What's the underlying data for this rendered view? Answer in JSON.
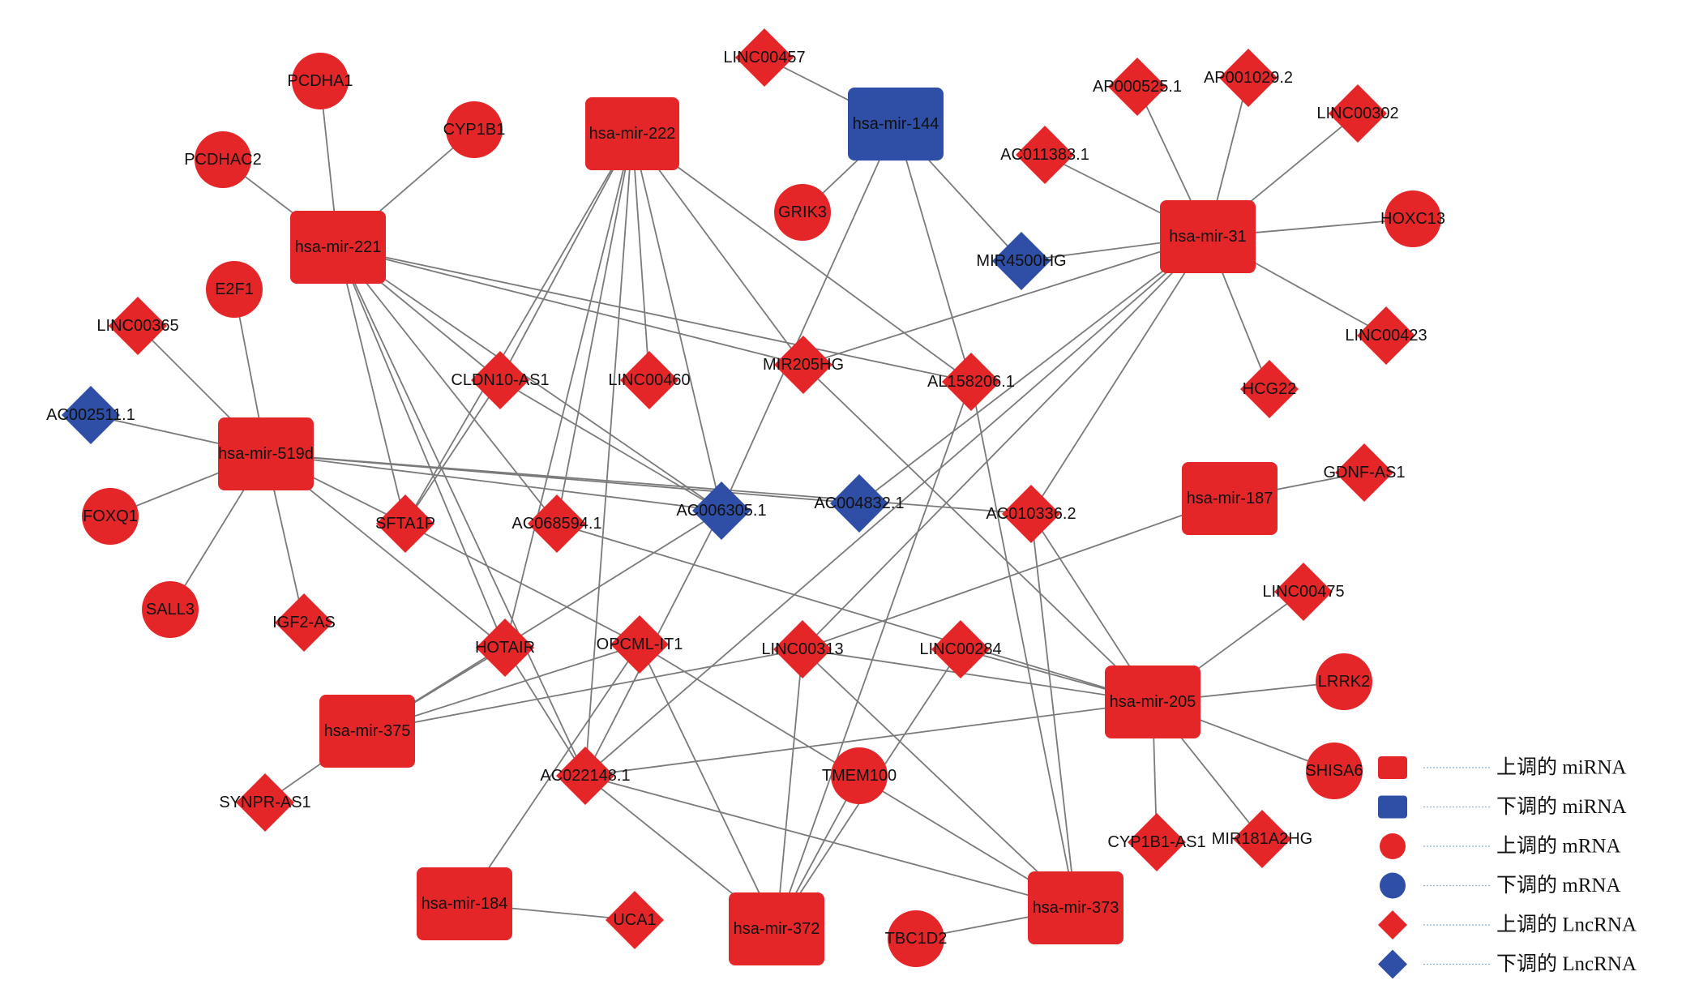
{
  "colors": {
    "up": "#e52629",
    "down": "#2f4ea6"
  },
  "nodes": [
    {
      "id": "hsa-mir-222",
      "shape": "rect",
      "reg": "up"
    },
    {
      "id": "hsa-mir-144",
      "shape": "rect",
      "reg": "down"
    },
    {
      "id": "hsa-mir-221",
      "shape": "rect",
      "reg": "up"
    },
    {
      "id": "hsa-mir-31",
      "shape": "rect",
      "reg": "up"
    },
    {
      "id": "hsa-mir-519d",
      "shape": "rect",
      "reg": "up"
    },
    {
      "id": "hsa-mir-187",
      "shape": "rect",
      "reg": "up"
    },
    {
      "id": "hsa-mir-205",
      "shape": "rect",
      "reg": "up"
    },
    {
      "id": "hsa-mir-375",
      "shape": "rect",
      "reg": "up"
    },
    {
      "id": "hsa-mir-184",
      "shape": "rect",
      "reg": "up"
    },
    {
      "id": "hsa-mir-372",
      "shape": "rect",
      "reg": "up"
    },
    {
      "id": "hsa-mir-373",
      "shape": "rect",
      "reg": "up"
    },
    {
      "id": "PCDHA1",
      "shape": "circle",
      "reg": "up"
    },
    {
      "id": "CYP1B1",
      "shape": "circle",
      "reg": "up"
    },
    {
      "id": "PCDHAC2",
      "shape": "circle",
      "reg": "up"
    },
    {
      "id": "GRIK3",
      "shape": "circle",
      "reg": "up"
    },
    {
      "id": "E2F1",
      "shape": "circle",
      "reg": "up"
    },
    {
      "id": "FOXQ1",
      "shape": "circle",
      "reg": "up"
    },
    {
      "id": "SALL3",
      "shape": "circle",
      "reg": "up"
    },
    {
      "id": "HOXC13",
      "shape": "circle",
      "reg": "up"
    },
    {
      "id": "LRRK2",
      "shape": "circle",
      "reg": "up"
    },
    {
      "id": "SHISA6",
      "shape": "circle",
      "reg": "up"
    },
    {
      "id": "TMEM100",
      "shape": "circle",
      "reg": "up"
    },
    {
      "id": "TBC1D2",
      "shape": "circle",
      "reg": "up"
    },
    {
      "id": "LINC00457",
      "shape": "diamond",
      "reg": "up"
    },
    {
      "id": "AP000525.1",
      "shape": "diamond",
      "reg": "up"
    },
    {
      "id": "AP001029.2",
      "shape": "diamond",
      "reg": "up"
    },
    {
      "id": "LINC00302",
      "shape": "diamond",
      "reg": "up"
    },
    {
      "id": "AC011383.1",
      "shape": "diamond",
      "reg": "up"
    },
    {
      "id": "MIR4500HG",
      "shape": "diamond",
      "reg": "down"
    },
    {
      "id": "LINC00365",
      "shape": "diamond",
      "reg": "up"
    },
    {
      "id": "AC002511.1",
      "shape": "diamond",
      "reg": "down"
    },
    {
      "id": "CLDN10-AS1",
      "shape": "diamond",
      "reg": "up"
    },
    {
      "id": "LINC00460",
      "shape": "diamond",
      "reg": "up"
    },
    {
      "id": "MIR205HG",
      "shape": "diamond",
      "reg": "up"
    },
    {
      "id": "AL158206.1",
      "shape": "diamond",
      "reg": "up"
    },
    {
      "id": "LINC00423",
      "shape": "diamond",
      "reg": "up"
    },
    {
      "id": "HCG22",
      "shape": "diamond",
      "reg": "up"
    },
    {
      "id": "SFTA1P",
      "shape": "diamond",
      "reg": "up"
    },
    {
      "id": "AC068594.1",
      "shape": "diamond",
      "reg": "up"
    },
    {
      "id": "AC006305.1",
      "shape": "diamond",
      "reg": "down"
    },
    {
      "id": "AC004832.1",
      "shape": "diamond",
      "reg": "down"
    },
    {
      "id": "AC010336.2",
      "shape": "diamond",
      "reg": "up"
    },
    {
      "id": "GDNF-AS1",
      "shape": "diamond",
      "reg": "up"
    },
    {
      "id": "IGF2-AS",
      "shape": "diamond",
      "reg": "up"
    },
    {
      "id": "HOTAIR",
      "shape": "diamond",
      "reg": "up"
    },
    {
      "id": "OPCML-IT1",
      "shape": "diamond",
      "reg": "up"
    },
    {
      "id": "LINC00313",
      "shape": "diamond",
      "reg": "up"
    },
    {
      "id": "LINC00284",
      "shape": "diamond",
      "reg": "up"
    },
    {
      "id": "LINC00475",
      "shape": "diamond",
      "reg": "up"
    },
    {
      "id": "AC022148.1",
      "shape": "diamond",
      "reg": "up"
    },
    {
      "id": "SYNPR-AS1",
      "shape": "diamond",
      "reg": "up"
    },
    {
      "id": "CYP1B1-AS1",
      "shape": "diamond",
      "reg": "up"
    },
    {
      "id": "MIR181A2HG",
      "shape": "diamond",
      "reg": "up"
    },
    {
      "id": "UCA1",
      "shape": "diamond",
      "reg": "up"
    }
  ],
  "edges": [
    [
      "hsa-mir-221",
      "PCDHA1"
    ],
    [
      "hsa-mir-221",
      "CYP1B1"
    ],
    [
      "hsa-mir-221",
      "PCDHAC2"
    ],
    [
      "hsa-mir-221",
      "MIR205HG"
    ],
    [
      "hsa-mir-221",
      "AL158206.1"
    ],
    [
      "hsa-mir-221",
      "CLDN10-AS1"
    ],
    [
      "hsa-mir-221",
      "AC006305.1"
    ],
    [
      "hsa-mir-221",
      "SFTA1P"
    ],
    [
      "hsa-mir-221",
      "HOTAIR"
    ],
    [
      "hsa-mir-221",
      "AC022148.1"
    ],
    [
      "hsa-mir-221",
      "AC068594.1"
    ],
    [
      "hsa-mir-222",
      "CLDN10-AS1"
    ],
    [
      "hsa-mir-222",
      "LINC00460"
    ],
    [
      "hsa-mir-222",
      "MIR205HG"
    ],
    [
      "hsa-mir-222",
      "AL158206.1"
    ],
    [
      "hsa-mir-222",
      "AC006305.1"
    ],
    [
      "hsa-mir-222",
      "SFTA1P"
    ],
    [
      "hsa-mir-222",
      "AC068594.1"
    ],
    [
      "hsa-mir-222",
      "HOTAIR"
    ],
    [
      "hsa-mir-222",
      "AC022148.1"
    ],
    [
      "hsa-mir-144",
      "LINC00457"
    ],
    [
      "hsa-mir-144",
      "GRIK3"
    ],
    [
      "hsa-mir-144",
      "MIR4500HG"
    ],
    [
      "hsa-mir-144",
      "AC006305.1"
    ],
    [
      "hsa-mir-144",
      "AL158206.1"
    ],
    [
      "hsa-mir-31",
      "AP000525.1"
    ],
    [
      "hsa-mir-31",
      "AP001029.2"
    ],
    [
      "hsa-mir-31",
      "LINC00302"
    ],
    [
      "hsa-mir-31",
      "AC011383.1"
    ],
    [
      "hsa-mir-31",
      "HOXC13"
    ],
    [
      "hsa-mir-31",
      "MIR4500HG"
    ],
    [
      "hsa-mir-31",
      "LINC00423"
    ],
    [
      "hsa-mir-31",
      "HCG22"
    ],
    [
      "hsa-mir-31",
      "MIR205HG"
    ],
    [
      "hsa-mir-31",
      "AC004832.1"
    ],
    [
      "hsa-mir-31",
      "AC010336.2"
    ],
    [
      "hsa-mir-31",
      "LINC00313"
    ],
    [
      "hsa-mir-31",
      "AC022148.1"
    ],
    [
      "hsa-mir-519d",
      "LINC00365"
    ],
    [
      "hsa-mir-519d",
      "E2F1"
    ],
    [
      "hsa-mir-519d",
      "AC002511.1"
    ],
    [
      "hsa-mir-519d",
      "FOXQ1"
    ],
    [
      "hsa-mir-519d",
      "SALL3"
    ],
    [
      "hsa-mir-519d",
      "IGF2-AS"
    ],
    [
      "hsa-mir-519d",
      "AC006305.1"
    ],
    [
      "hsa-mir-519d",
      "AC004832.1"
    ],
    [
      "hsa-mir-519d",
      "AC010336.2"
    ],
    [
      "hsa-mir-519d",
      "SFTA1P"
    ],
    [
      "hsa-mir-519d",
      "HOTAIR"
    ],
    [
      "hsa-mir-187",
      "GDNF-AS1"
    ],
    [
      "hsa-mir-187",
      "LINC00313"
    ],
    [
      "hsa-mir-205",
      "LINC00475"
    ],
    [
      "hsa-mir-205",
      "LRRK2"
    ],
    [
      "hsa-mir-205",
      "SHISA6"
    ],
    [
      "hsa-mir-205",
      "CYP1B1-AS1"
    ],
    [
      "hsa-mir-205",
      "MIR181A2HG"
    ],
    [
      "hsa-mir-205",
      "AC010336.2"
    ],
    [
      "hsa-mir-205",
      "MIR205HG"
    ],
    [
      "hsa-mir-205",
      "AC068594.1"
    ],
    [
      "hsa-mir-205",
      "LINC00284"
    ],
    [
      "hsa-mir-205",
      "LINC00313"
    ],
    [
      "hsa-mir-205",
      "AC022148.1"
    ],
    [
      "hsa-mir-375",
      "SYNPR-AS1"
    ],
    [
      "hsa-mir-375",
      "HOTAIR"
    ],
    [
      "hsa-mir-375",
      "OPCML-IT1"
    ],
    [
      "hsa-mir-375",
      "LINC00313"
    ],
    [
      "hsa-mir-375",
      "AC006305.1"
    ],
    [
      "hsa-mir-184",
      "UCA1"
    ],
    [
      "hsa-mir-184",
      "OPCML-IT1"
    ],
    [
      "hsa-mir-372",
      "TMEM100"
    ],
    [
      "hsa-mir-372",
      "AL158206.1"
    ],
    [
      "hsa-mir-372",
      "LINC00313"
    ],
    [
      "hsa-mir-372",
      "LINC00284"
    ],
    [
      "hsa-mir-372",
      "AC022148.1"
    ],
    [
      "hsa-mir-372",
      "OPCML-IT1"
    ],
    [
      "hsa-mir-373",
      "TBC1D2"
    ],
    [
      "hsa-mir-373",
      "AL158206.1"
    ],
    [
      "hsa-mir-373",
      "AC010336.2"
    ],
    [
      "hsa-mir-373",
      "LINC00313"
    ],
    [
      "hsa-mir-373",
      "OPCML-IT1"
    ],
    [
      "hsa-mir-373",
      "AC022148.1"
    ],
    [
      "SFTA1P",
      "CLDN10-AS1"
    ],
    [
      "SFTA1P",
      "OPCML-IT1"
    ],
    [
      "CLDN10-AS1",
      "AC006305.1"
    ],
    [
      "HOTAIR",
      "AC022148.1"
    ],
    [
      "AC006305.1",
      "AC022148.1"
    ]
  ],
  "legend": [
    {
      "shape": "rect",
      "reg": "up",
      "label": "上调的 miRNA"
    },
    {
      "shape": "rect",
      "reg": "down",
      "label": "下调的 miRNA"
    },
    {
      "shape": "circle",
      "reg": "up",
      "label": "上调的 mRNA"
    },
    {
      "shape": "circle",
      "reg": "down",
      "label": "下调的 mRNA"
    },
    {
      "shape": "diamond",
      "reg": "up",
      "label": "上调的 LncRNA"
    },
    {
      "shape": "diamond",
      "reg": "down",
      "label": "下调的 LncRNA"
    }
  ]
}
